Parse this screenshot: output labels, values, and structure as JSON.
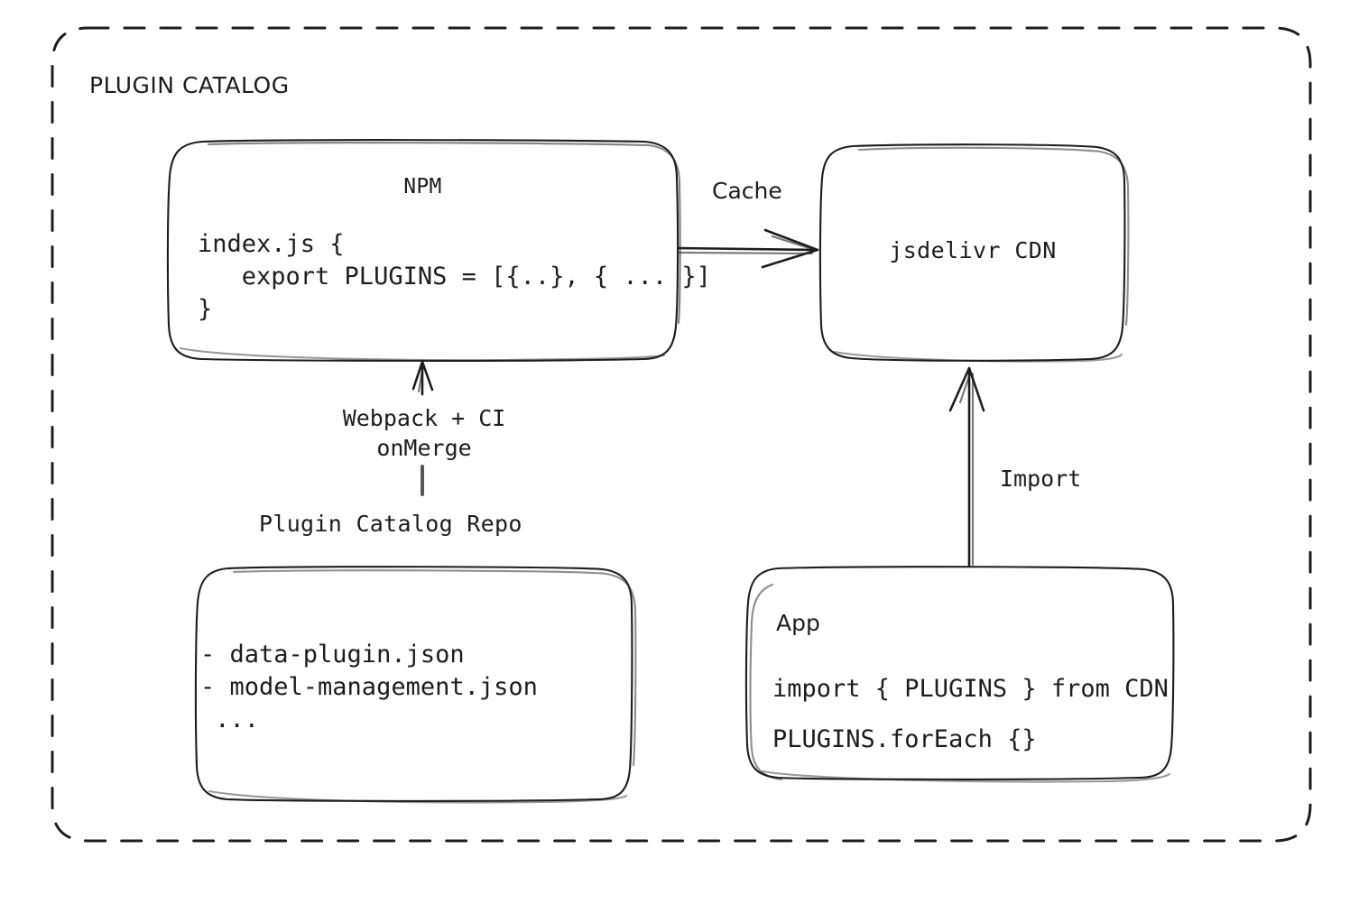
{
  "diagram": {
    "frame_title": "PLUGIN CATALOG",
    "nodes": {
      "npm": {
        "title": "NPM",
        "code_lines": [
          "index.js {",
          "   export PLUGINS = [{..}, { ... }]",
          "}"
        ],
        "code_text": "index.js {\n   export PLUGINS = [{..}, { ... }]\n}"
      },
      "cdn": {
        "title": "jsdelivr CDN"
      },
      "repo": {
        "caption": "Plugin Catalog Repo",
        "items": [
          "- data-plugin.json",
          "- model-management.json",
          " ..."
        ],
        "items_text": "- data-plugin.json\n- model-management.json\n ..."
      },
      "app": {
        "title": "App",
        "code_lines": [
          "import { PLUGINS } from CDN",
          "PLUGINS.forEach {}"
        ],
        "code_text": "import { PLUGINS } from CDN\nPLUGINS.forEach {}"
      }
    },
    "edges": {
      "cache": {
        "label": "Cache",
        "from": "npm",
        "to": "cdn"
      },
      "build": {
        "label": "Webpack + CI\nonMerge",
        "label_line1": "Webpack + CI",
        "label_line2": "onMerge",
        "from": "repo",
        "to": "npm"
      },
      "import": {
        "label": "Import",
        "from": "app",
        "to": "cdn"
      }
    },
    "colors": {
      "ink": "#1d1d1d",
      "background": "#ffffff"
    }
  }
}
